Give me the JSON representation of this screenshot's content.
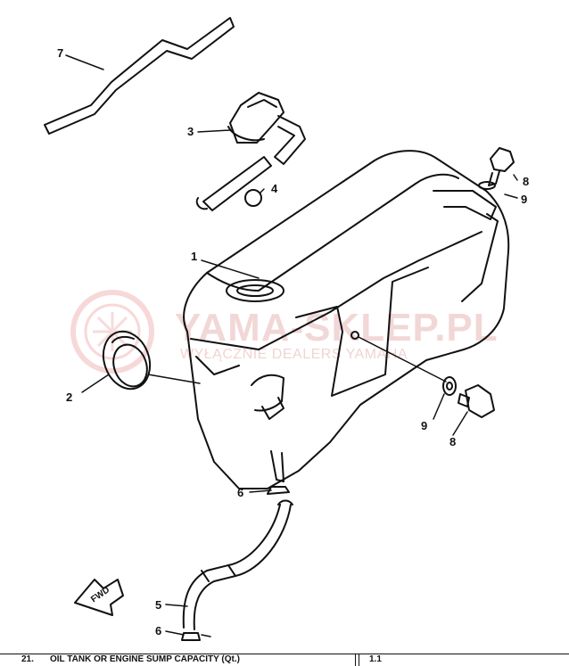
{
  "watermark": {
    "title": "YAMA-SKLEP.PL",
    "subtitle": "WYŁĄCZNIE DEALERS YAMAHA"
  },
  "callouts": {
    "p1": "1",
    "p2": "2",
    "p3": "3",
    "p4": "4",
    "p5": "5",
    "p6a": "6",
    "p6b": "6",
    "p7": "7",
    "p8a": "8",
    "p8b": "8",
    "p9a": "9",
    "p9b": "9"
  },
  "direction_marker": "FWD",
  "spec_row": {
    "number": "21.",
    "label": "OIL TANK OR ENGINE SUMP CAPACITY (Qt.)",
    "value": "1.1"
  }
}
